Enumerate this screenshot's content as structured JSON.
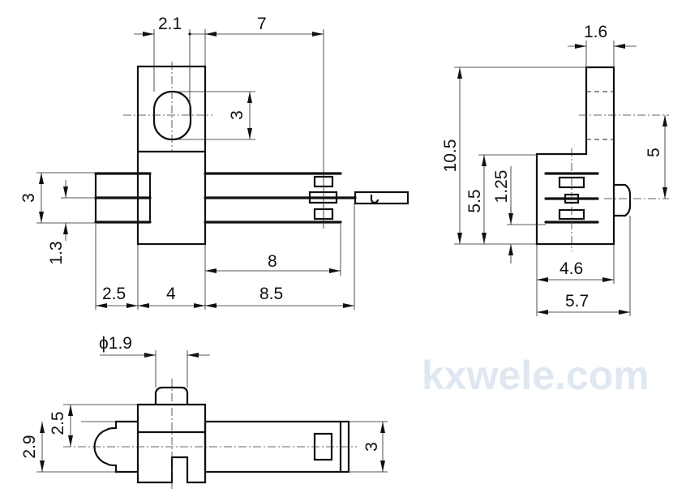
{
  "watermark": "kxwele.com",
  "front_view": {
    "dims": {
      "slot_offset": "2.1",
      "body_to_lead": "7",
      "hole_height": "3",
      "left_rail_span": "3",
      "rail_thickness": "1.3",
      "left_overhang": "2.5",
      "body_width": "4",
      "rail_length": "8",
      "lead_length": "8.5"
    }
  },
  "side_view": {
    "dims": {
      "tab_width": "1.6",
      "total_height": "10.5",
      "body_height": "5.5",
      "rail_offset": "1.25",
      "hole_to_pin": "5",
      "body_depth": "4.6",
      "overall_depth": "5.7"
    }
  },
  "bottom_view": {
    "dims": {
      "pin_diameter": "ϕ1.9",
      "block_offset": "2.5",
      "nose_height": "2.9",
      "body_height": "3"
    }
  }
}
